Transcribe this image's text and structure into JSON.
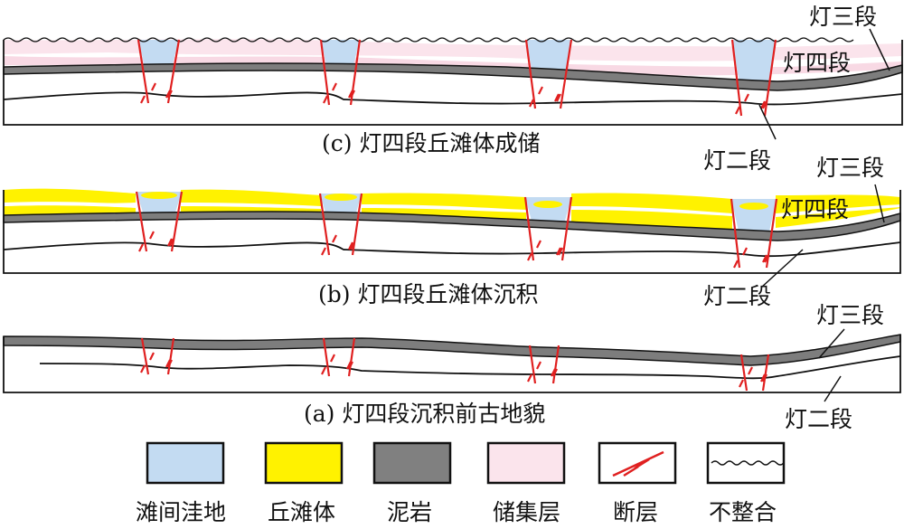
{
  "panels": {
    "c": {
      "caption": "(c) 灯四段丘滩体成储",
      "label_deng3": "灯三段",
      "label_deng4": "灯四段",
      "label_deng2": "灯二段"
    },
    "b": {
      "caption": "(b) 灯四段丘滩体沉积",
      "label_deng3": "灯三段",
      "label_deng4": "灯四段",
      "label_deng2": "灯二段"
    },
    "a": {
      "caption": "(a) 灯四段沉积前古地貌",
      "label_deng3": "灯三段",
      "label_deng2": "灯二段"
    }
  },
  "legend": [
    {
      "key": "inter-shoal-depression",
      "label": "滩间洼地",
      "color": "#c3dbf2"
    },
    {
      "key": "mound-shoal",
      "label": "丘滩体",
      "color": "#fff200"
    },
    {
      "key": "mudstone",
      "label": "泥岩",
      "color": "#808080"
    },
    {
      "key": "reservoir",
      "label": "储集层",
      "color": "#fbe4ec"
    },
    {
      "key": "fault",
      "label": "断层",
      "color": "#e02020"
    },
    {
      "key": "unconformity",
      "label": "不整合",
      "color": "#111111"
    }
  ],
  "colors": {
    "outline": "#111111",
    "fault": "#e02020",
    "mudstone": "#7d7d7d",
    "depression": "#c3dbf2",
    "shoal": "#fff200",
    "reservoir": "#fbe4ec"
  }
}
